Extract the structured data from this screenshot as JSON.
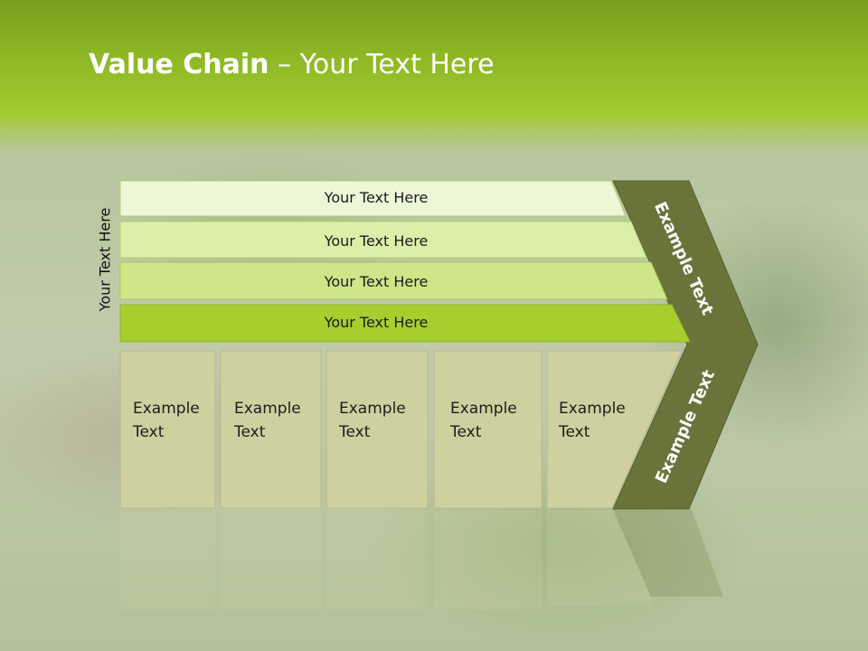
{
  "title": {
    "bold": "Value Chain",
    "rest": " – Your Text Here"
  },
  "side_label": "Your Text Here",
  "bars": [
    {
      "label": "Your Text Here",
      "color": "#eef6d8"
    },
    {
      "label": "Your Text Here",
      "color": "#dcefa8"
    },
    {
      "label": "Your Text Here",
      "color": "#cce688"
    },
    {
      "label": "Your Text Here",
      "color": "#a6cf2e"
    }
  ],
  "boxes": [
    {
      "label_line1": "Example",
      "label_line2": "Text"
    },
    {
      "label_line1": "Example",
      "label_line2": "Text"
    },
    {
      "label_line1": "Example",
      "label_line2": "Text"
    },
    {
      "label_line1": "Example",
      "label_line2": "Text"
    },
    {
      "label_line1": "Example",
      "label_line2": "Text"
    }
  ],
  "arrow": {
    "upper_label": "Example Text",
    "lower_label": "Example Text",
    "color": "#6a7339"
  },
  "colors": {
    "header": "#8cb624",
    "box_fill": "#cfd0a0",
    "box_border": "#b8b98a"
  }
}
